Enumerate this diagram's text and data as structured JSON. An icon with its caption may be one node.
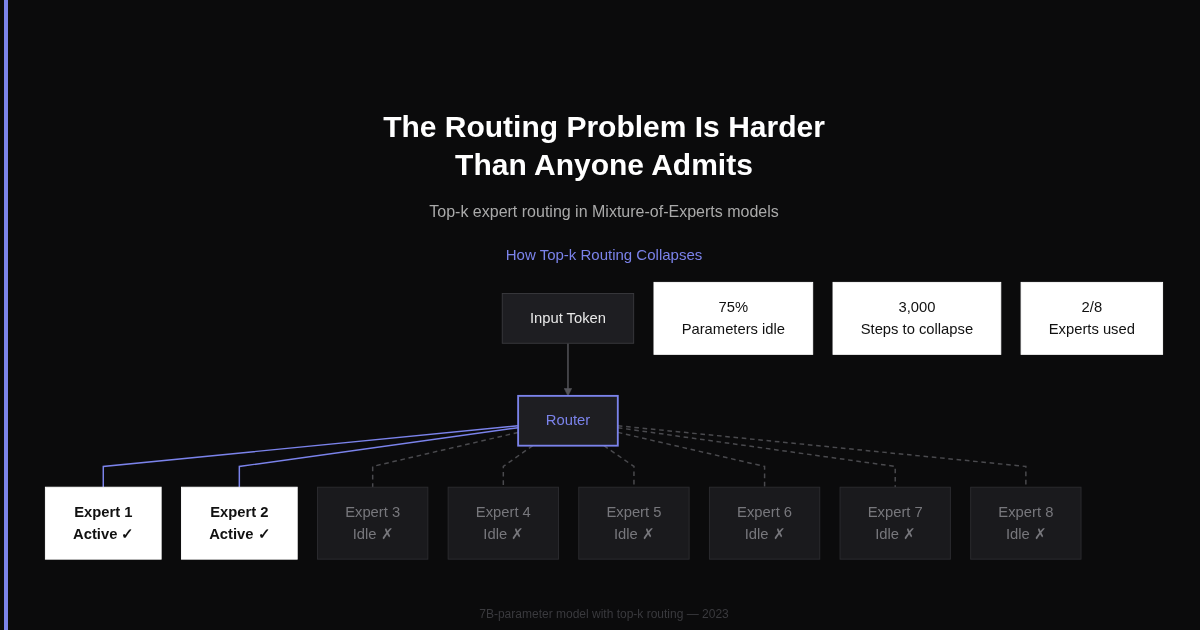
{
  "diagram": {
    "title": "The Routing Problem Is Harder Than Anyone Admits",
    "nodes": [
      {
        "text": [
          "Input Token"
        ]
      },
      {
        "text": [
          "Router"
        ]
      },
      {
        "text": [
          "Expert 1",
          "Active ✓"
        ]
      },
      {
        "text": [
          "Expert 2",
          "Active ✓"
        ]
      },
      {
        "text": [
          "Expert 3",
          "Idle ✗"
        ]
      },
      {
        "text": [
          "Expert 4",
          "Idle ✗"
        ]
      },
      {
        "text": [
          "Expert 5",
          "Idle ✗"
        ]
      },
      {
        "text": [
          "Expert 6",
          "Idle ✗"
        ]
      },
      {
        "text": [
          "Expert 7",
          "Idle ✗"
        ]
      },
      {
        "text": [
          "Expert 8",
          "Idle ✗"
        ]
      },
      {
        "text": [
          "75%",
          "Parameters idle"
        ]
      },
      {
        "text": [
          "3,000",
          "Steps to collapse"
        ]
      },
      {
        "text": [
          "2/8",
          "Experts used"
        ]
      }
    ],
    "edges": [
      {
        "from": 0,
        "to": 1,
        "arrow": "to"
      },
      {
        "from": 1,
        "to": 2,
        "arrow": "none",
        "color": "#7b83eb"
      },
      {
        "from": 1,
        "to": 3,
        "arrow": "none",
        "color": "#7b83eb"
      },
      {
        "from": 1,
        "to": 4,
        "arrow": "none",
        "style": "dashed"
      },
      {
        "from": 1,
        "to": 5,
        "arrow": "none",
        "style": "dashed"
      },
      {
        "from": 1,
        "to": 6,
        "arrow": "none",
        "style": "dashed"
      },
      {
        "from": 1,
        "to": 7,
        "arrow": "none",
        "style": "dashed"
      },
      {
        "from": 1,
        "to": 8,
        "arrow": "none",
        "style": "dashed"
      },
      {
        "from": 1,
        "to": 9,
        "arrow": "none",
        "style": "dashed"
      }
    ],
    "labels": [
      "Top-k expert routing in Mixture-of-Experts models",
      "How Top-k Routing Collapses",
      "7B-parameter model with top-k routing — 2023"
    ]
  }
}
